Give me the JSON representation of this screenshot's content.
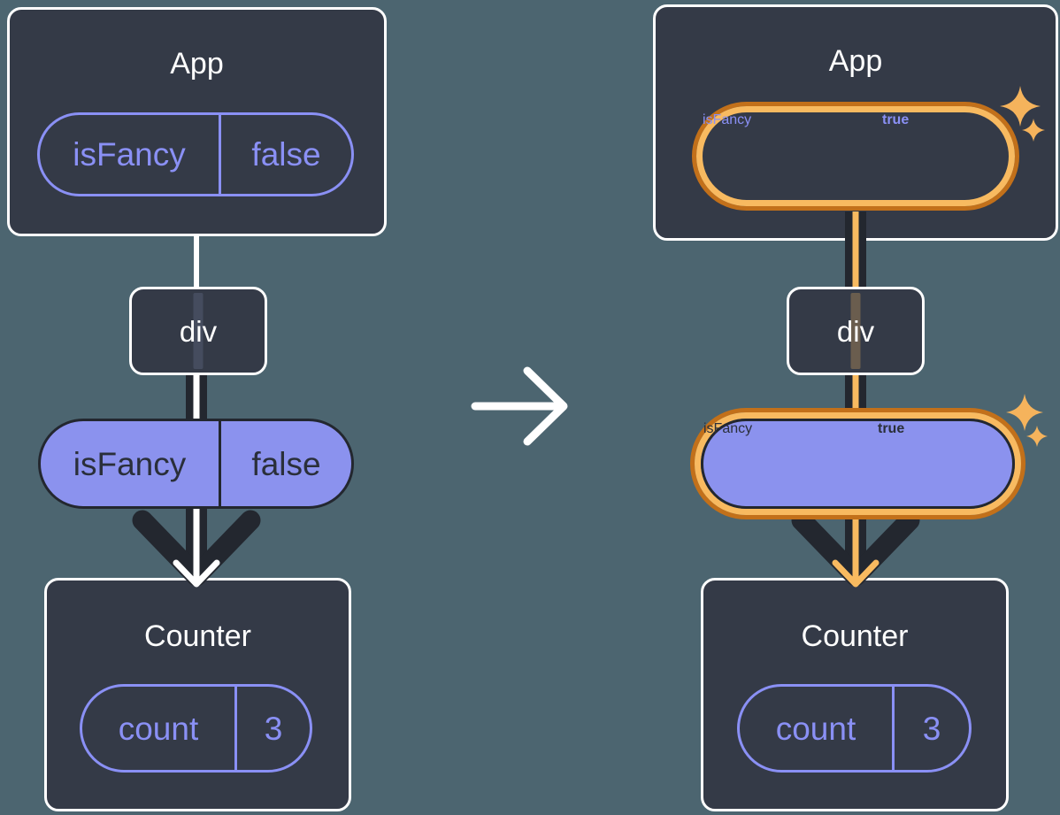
{
  "palette": {
    "background": "#4C6570",
    "node_fill": "#343A47",
    "node_border": "#FFFFFF",
    "ink_dark": "#23272F",
    "purple": "#8A90F5",
    "purple_fill": "#8B92EE",
    "orange_light": "#F8BA60",
    "orange_dark": "#C2701A",
    "white": "#FFFFFF"
  },
  "icons": {
    "transition_arrow": "right-arrow",
    "sparkle": "four-point-star",
    "render_arrow": "down-arrow"
  },
  "before": {
    "app": {
      "title": "App",
      "prop_name": "isFancy",
      "prop_value": "false"
    },
    "div": {
      "label": "div"
    },
    "passed_prop": {
      "name": "isFancy",
      "value": "false"
    },
    "counter": {
      "title": "Counter",
      "state_name": "count",
      "state_value": "3"
    }
  },
  "after": {
    "app": {
      "title": "App",
      "prop_name": "isFancy",
      "prop_value": "true"
    },
    "div": {
      "label": "div"
    },
    "passed_prop": {
      "name": "isFancy",
      "value": "true"
    },
    "counter": {
      "title": "Counter",
      "state_name": "count",
      "state_value": "3"
    }
  }
}
